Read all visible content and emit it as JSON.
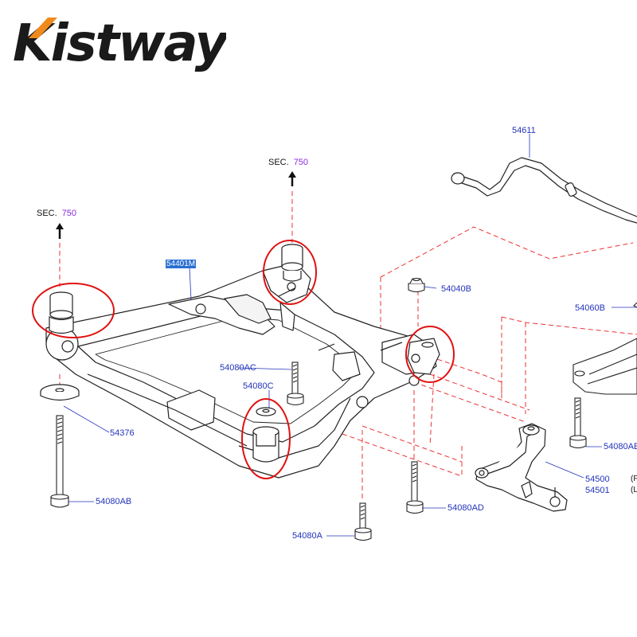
{
  "brand": {
    "name": "Kistway"
  },
  "sections": [
    {
      "prefix": "SEC.",
      "number": "750"
    },
    {
      "prefix": "SEC.",
      "number": "750"
    }
  ],
  "callouts": {
    "p54611": "54611",
    "p54401m": "54401M",
    "p54040b": "54040B",
    "p54060b": "54060B",
    "p54080ac": "54080AC",
    "p54080c": "54080C",
    "p54376": "54376",
    "p54080ab": "54080AB",
    "p54080a": "54080A",
    "p54080ad": "54080AD",
    "p54500": "54500",
    "p54501": "54501",
    "p54080ae": "54080AE",
    "cut1": "(F",
    "cut2": "(L"
  },
  "colors": {
    "callout": "#2233bb",
    "section_number": "#8a2be2",
    "highlight_circle": "#e01010",
    "dash_line": "#ee3333",
    "line_art": "#222222",
    "logo_orange": "#f08a1c"
  }
}
